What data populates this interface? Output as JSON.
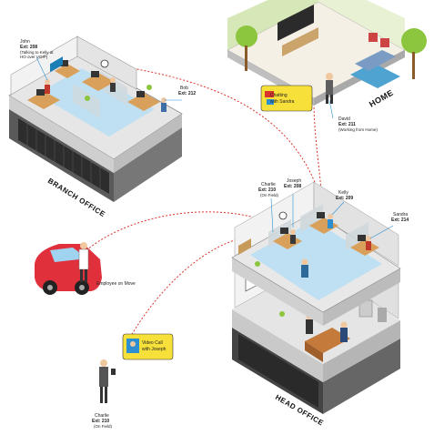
{
  "title_branch": "BRANCH OFFICE",
  "title_home": "HOME",
  "title_head": "HEAD OFFICE",
  "john": {
    "name": "John",
    "ext": "Ext: 208",
    "note1": "(Talking to Kelly at",
    "note2": "HO over VOIP)"
  },
  "bob": {
    "name": "Bob",
    "ext": "Ext: 212"
  },
  "david": {
    "name": "David",
    "ext": "Ext: 211",
    "note": "(Working from Home)"
  },
  "charlie_top": {
    "name": "Charlie",
    "ext": "Ext: 210",
    "note": "(On Field)"
  },
  "joseph": {
    "name": "Joseph",
    "ext": "Ext: 208"
  },
  "kelly": {
    "name": "Kelly",
    "ext": "Ext: 209"
  },
  "sandra": {
    "name": "Sandra",
    "ext": "Ext: 214"
  },
  "chat_bubble": {
    "line1": "Chatting",
    "line2": "with Sandra"
  },
  "employee_move": "Employee on Move",
  "video_bubble": {
    "line1": "Video Call",
    "line2": "with Joseph"
  },
  "charlie_bottom": {
    "name": "Charlie",
    "ext": "Ext: 210",
    "note": "(On Field)"
  },
  "colors": {
    "link": "#d9342b",
    "wall": "#efefef",
    "floor": "#bfe0f2",
    "car": "#e0303c",
    "green": "#8cc63f",
    "dark": "#4d4d4d"
  }
}
